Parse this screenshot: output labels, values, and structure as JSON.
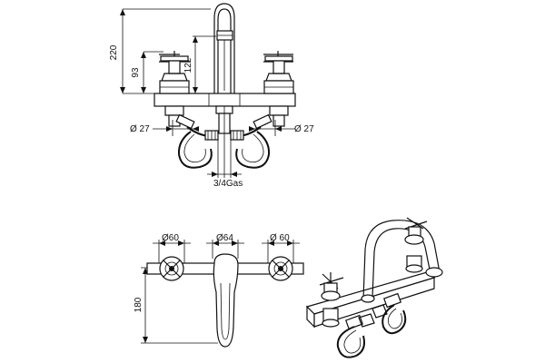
{
  "front_view": {
    "dim_total_height": "220",
    "dim_handle_height": "93",
    "dim_spout_height": "122",
    "dim_connector_left": "Ø 27",
    "dim_connector_right": "Ø 27",
    "dim_thread": "3/4Gas"
  },
  "top_view": {
    "dim_left_rosette": "Ø60",
    "dim_center_base": "Ø64",
    "dim_right_rosette": "Ø 60",
    "dim_spout_reach": "180"
  },
  "colors": {
    "line": "#111111",
    "background": "#ffffff"
  }
}
